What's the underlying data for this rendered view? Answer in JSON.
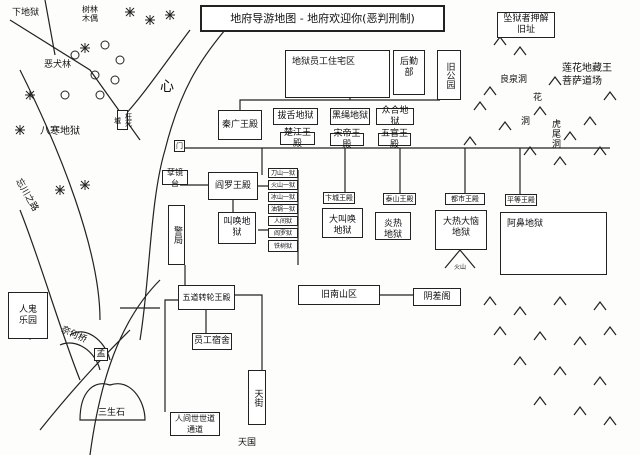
{
  "title": "地府导游地图 - 地府欢迎你(恶判刑制)",
  "buildings": {
    "staff_housing": "地狱员工住宅区",
    "logistics": "后勤部",
    "old_park": "旧公园",
    "qinguang": "秦广王殿",
    "bashe": "拔舌地狱",
    "chujiang": "楚江王殿",
    "heisheng": "黑绳地狱",
    "songdi": "宋帝王殿",
    "zhonghe": "众合地狱",
    "wuguan": "五官王殿",
    "niejing": "孽镜台",
    "yanluo": "阎罗王殿",
    "jiaohuan": "叫唤地狱",
    "police": "警局",
    "small_hells": [
      "刀山一狱",
      "火山一狱",
      "冰山一狱",
      "油锅一狱",
      "人间狱",
      "阎罗狱",
      "铁树狱"
    ],
    "biancheng": "卞城王殿",
    "da_jiaohuan": "大叫唤地狱",
    "taishan": "泰山王殿",
    "yanre": "炎热地狱",
    "dushi": "都市王殿",
    "darenao": "大热大恼地狱",
    "pingdeng": "平等王殿",
    "abi": "阿鼻地狱",
    "volcano": "火山",
    "old_south": "旧南山区",
    "pavilion": "阴差阁",
    "zhuanlun": "五道转轮王殿",
    "dorm": "员工宿舍",
    "tianjie": "天街",
    "rebirth": "人间世世道通道",
    "heaven": "天国",
    "sansheng": "三生石",
    "naihe": "奈何桥",
    "ghost_park": [
      "人鬼",
      "乐园"
    ],
    "mengpo": "孟",
    "escort": [
      "坠狱者押解",
      "旧址"
    ],
    "wangsi": "枉死城",
    "gate": "门"
  },
  "labels": {
    "to_hell": "下地狱",
    "forest": [
      "树林",
      "木偶"
    ],
    "evil_dog": "恶犬林",
    "eight_cold": "八寒地狱",
    "river_path": "忘川之路",
    "heart": "心",
    "bodhisattva": [
      "莲花地藏王",
      "菩萨道场"
    ],
    "cave1": "良泉洞",
    "cave2": [
      "花",
      "洞"
    ],
    "cave3": [
      "虎",
      "尾",
      "洞"
    ]
  }
}
